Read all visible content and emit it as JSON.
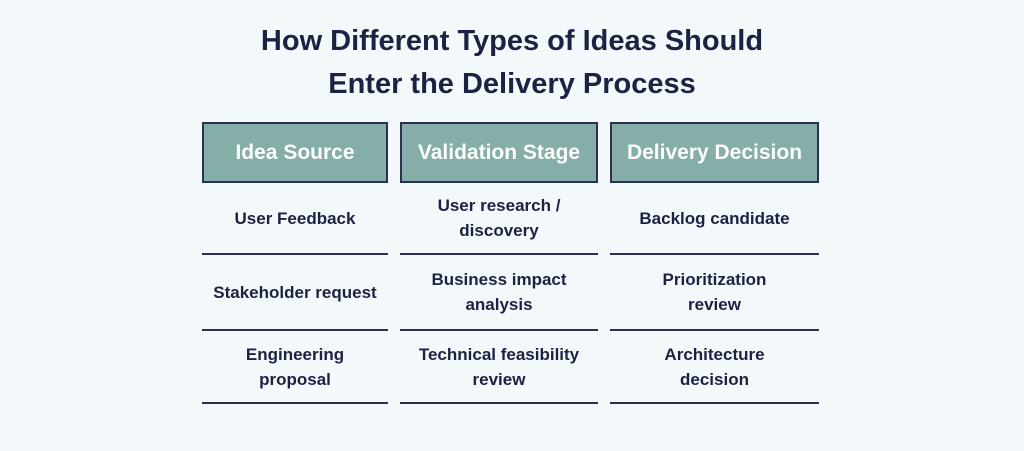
{
  "page": {
    "background_color": "#f3f9fa",
    "text_color": "#1d2142",
    "header_fill_color": "#84aea7",
    "header_text_color": "#fdfdfd",
    "line_color": "#2c3150"
  },
  "title": {
    "line1": "How Different Types of Ideas Should",
    "line2": "Enter the Delivery Process"
  },
  "columns": [
    {
      "header": "Idea Source",
      "items": [
        "User Feedback",
        "Stakeholder request",
        "Engineering\nproposal"
      ]
    },
    {
      "header": "Validation Stage",
      "items": [
        "User research /\ndiscovery",
        "Business impact\nanalysis",
        "Technical feasibility\nreview"
      ]
    },
    {
      "header": "Delivery Decision",
      "items": [
        "Backlog candidate",
        "Prioritization\nreview",
        "Architecture\ndecision"
      ]
    }
  ]
}
